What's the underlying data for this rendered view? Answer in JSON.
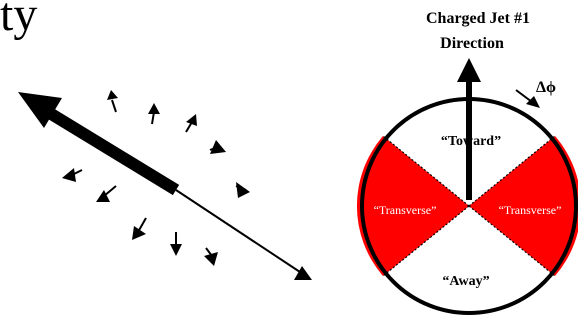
{
  "clipped_heading": "ty",
  "jet_diagram": {
    "title_line1": "Charged Jet #1",
    "title_line2": "Direction",
    "delta_phi": "Δϕ",
    "regions": {
      "toward": "“Toward”",
      "transverse_left": "“Transverse”",
      "transverse_right": "“Transverse”",
      "away": "“Away”"
    }
  },
  "colors": {
    "transverse_fill": "#ff0000",
    "ink": "#000000",
    "background": "#ffffff"
  }
}
